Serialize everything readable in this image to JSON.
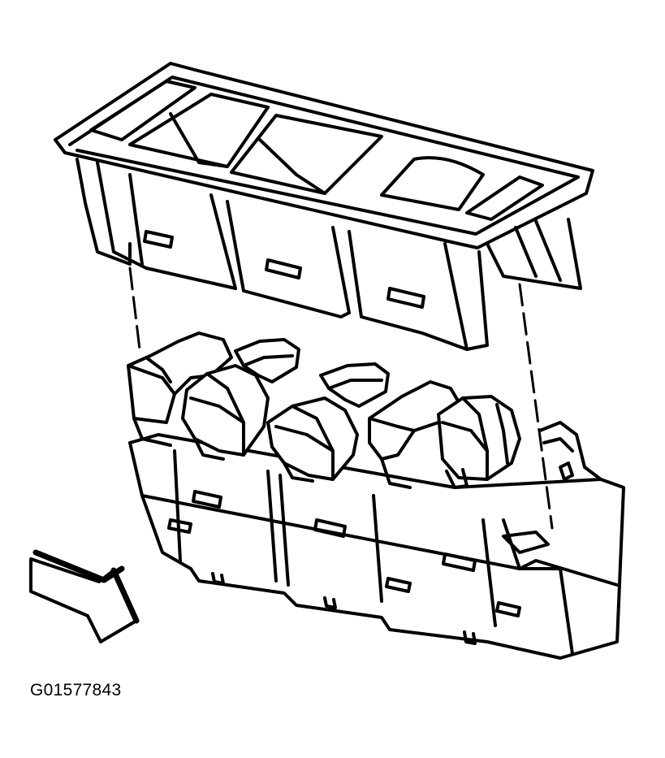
{
  "figure": {
    "id_label": "G01577843"
  },
  "colors": {
    "line": "#000000",
    "background": "#ffffff"
  },
  "parts": {
    "upper": "switch-bezel",
    "lower": "power-window-switch-assembly",
    "pointer": "direction-arrow"
  }
}
